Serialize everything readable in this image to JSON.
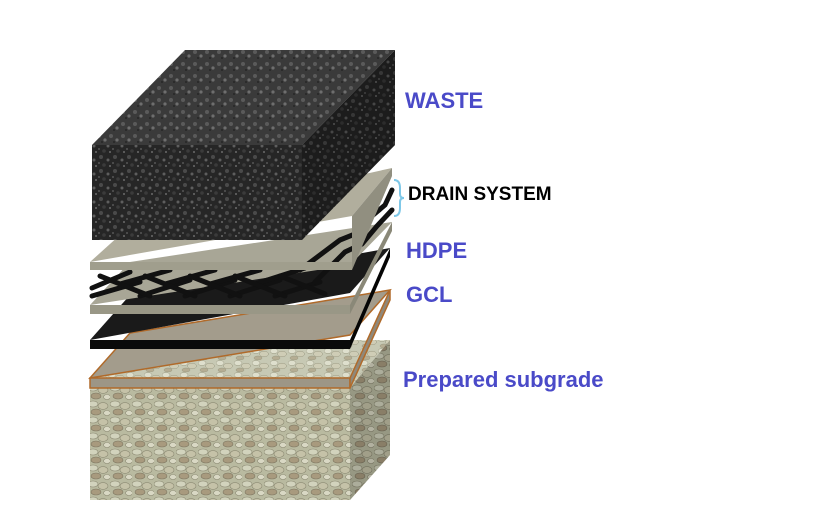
{
  "labels": {
    "waste": "WASTE",
    "drain_system": "DRAIN SYSTEM",
    "hdpe": "HDPE",
    "gcl": "GCL",
    "prepared_subgrade": "Prepared subgrade"
  },
  "colors": {
    "label_blue": "#4a4ac8",
    "label_black": "#000000",
    "brace_cyan": "#7fc8e8",
    "waste_dark": "#2a2a2a",
    "geotextile_grey": "#a8a696",
    "hdpe_black": "#121212",
    "gcl_tan": "#a39c8c",
    "gcl_edge": "#b06a2a",
    "gravel_light": "#c8c9b0"
  }
}
